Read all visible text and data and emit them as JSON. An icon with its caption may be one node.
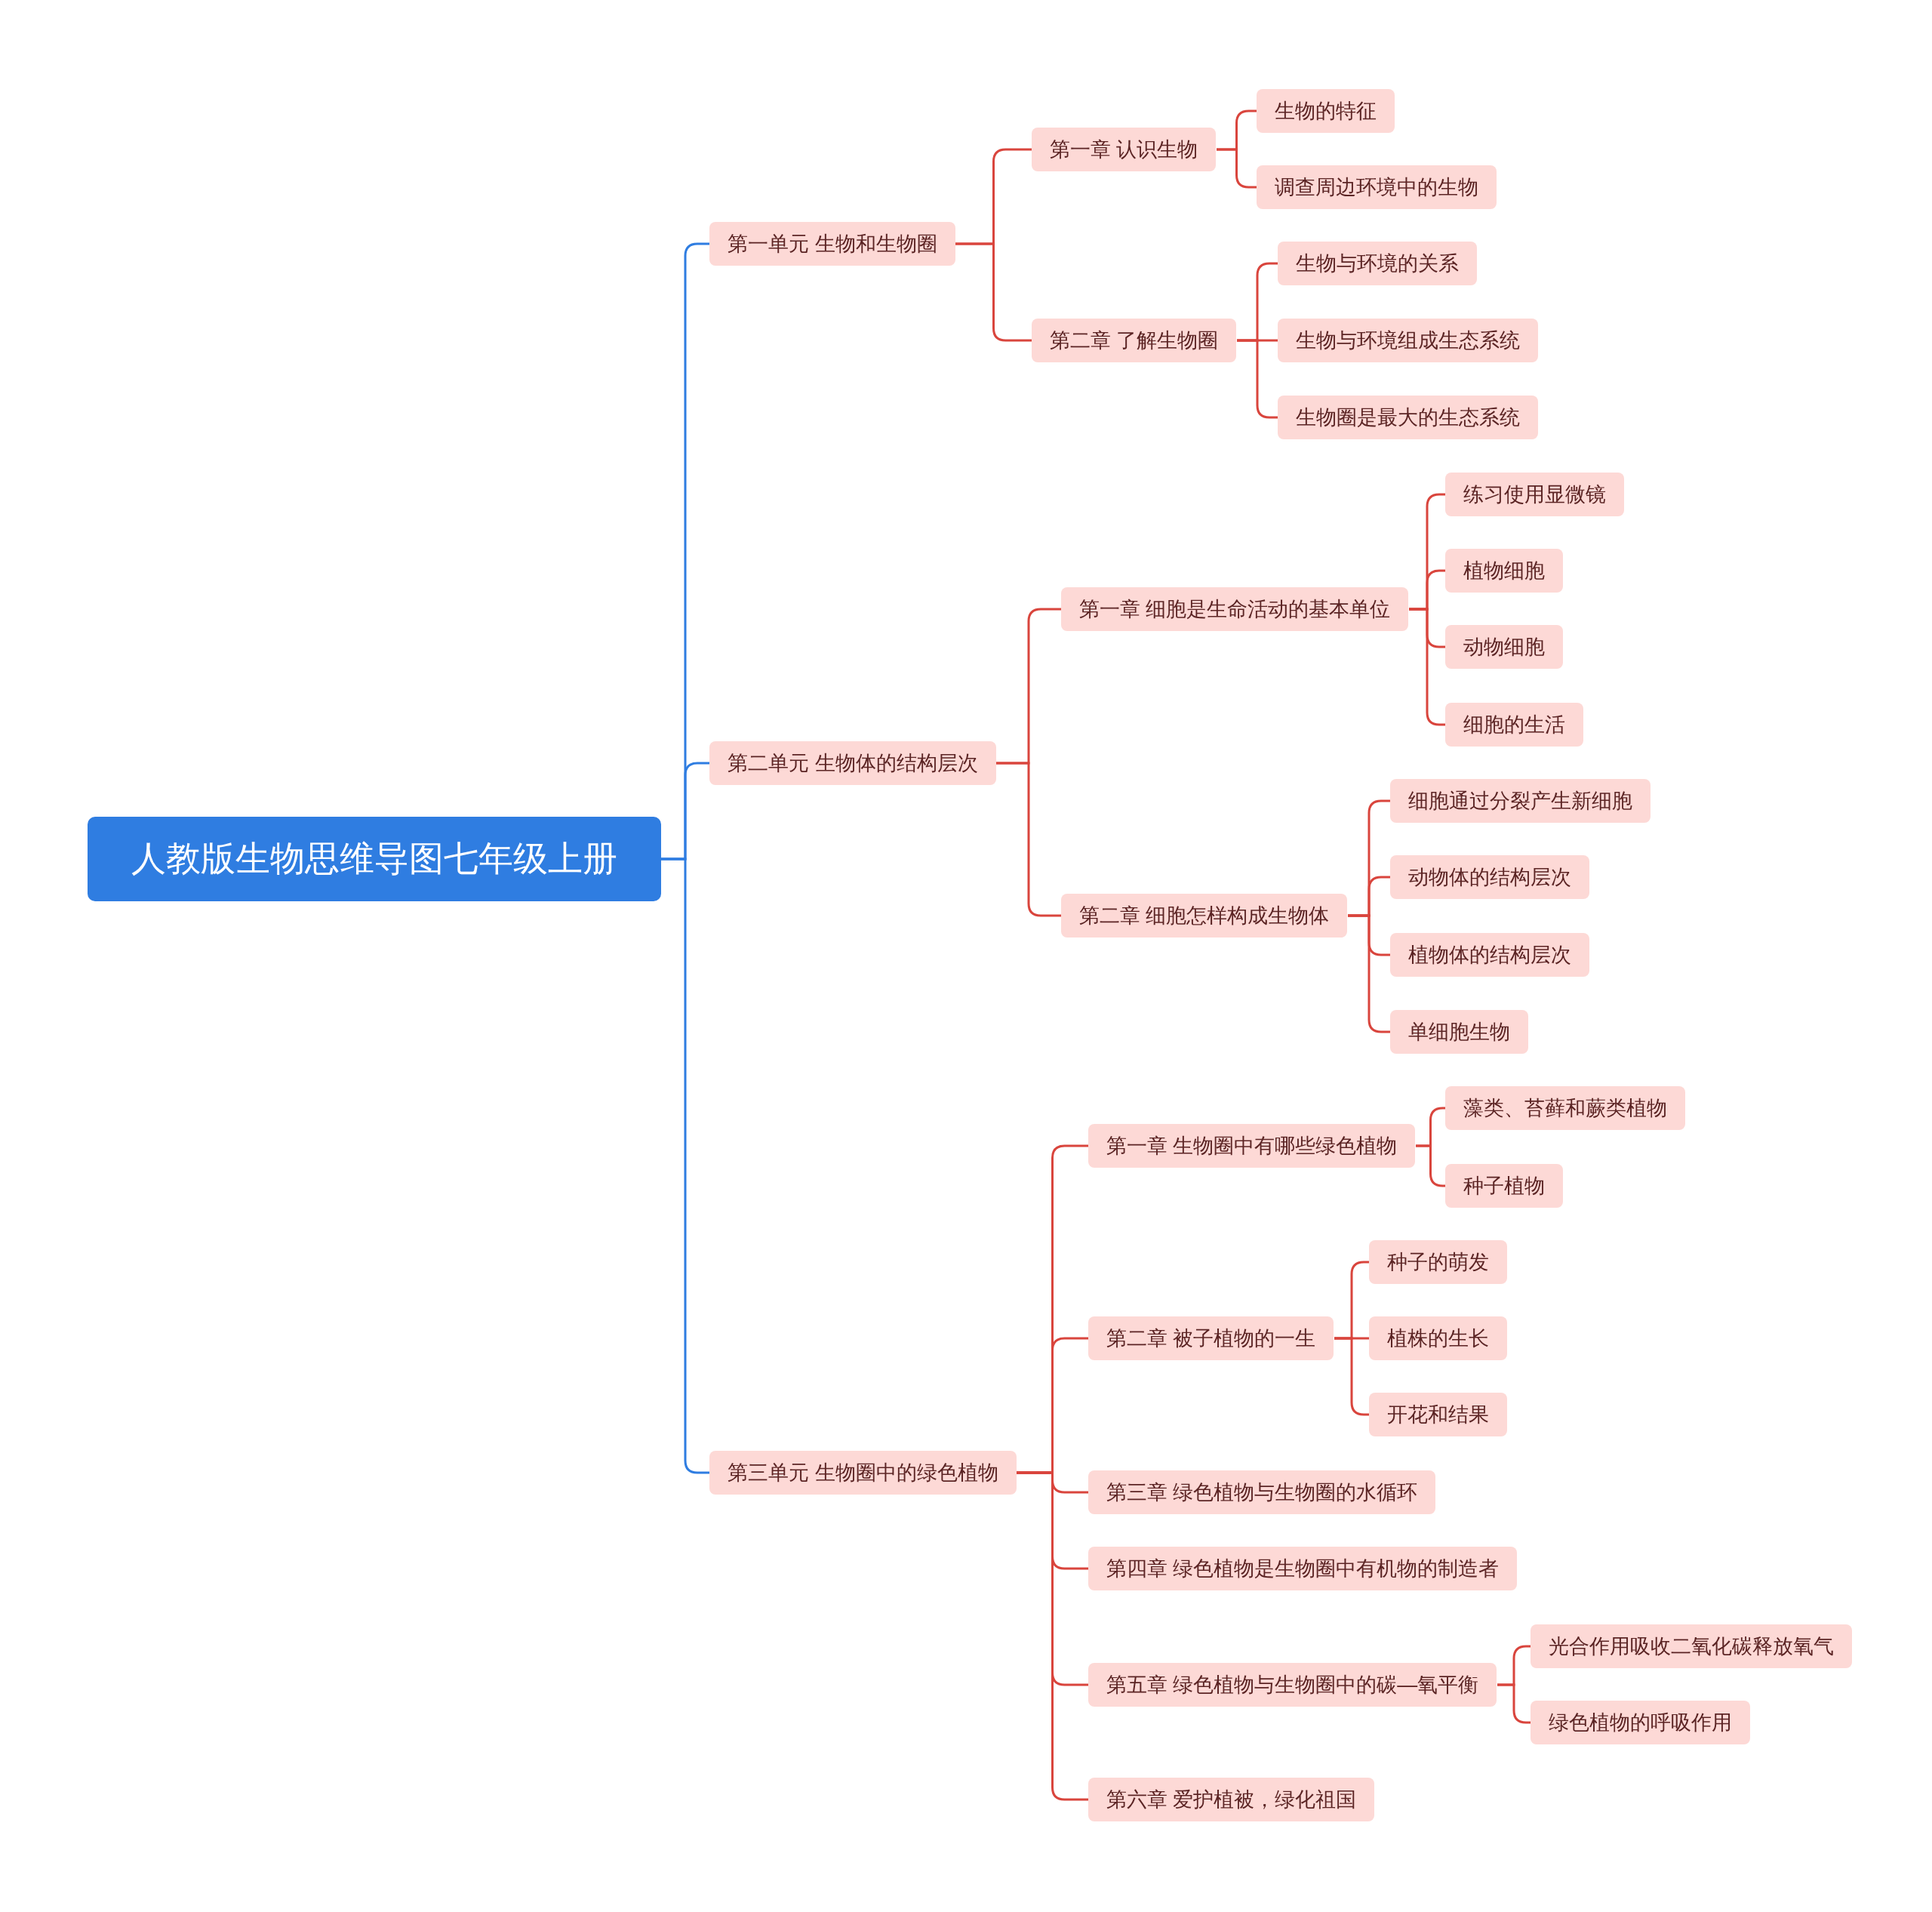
{
  "diagram": {
    "nodes": [
      {
        "text": [
          "人教版生物思维导图七年级上册"
        ]
      },
      {
        "text": [
          "第一单元 生物和生物圈"
        ]
      },
      {
        "text": [
          "第一章 认识生物"
        ]
      },
      {
        "text": [
          "生物的特征"
        ]
      },
      {
        "text": [
          "调查周边环境中的生物"
        ]
      },
      {
        "text": [
          "第二章 了解生物圈"
        ]
      },
      {
        "text": [
          "生物与环境的关系"
        ]
      },
      {
        "text": [
          "生物与环境组成生态系统"
        ]
      },
      {
        "text": [
          "生物圈是最大的生态系统"
        ]
      },
      {
        "text": [
          "第二单元 生物体的结构层次"
        ]
      },
      {
        "text": [
          "第一章 细胞是生命活动的基本单位"
        ]
      },
      {
        "text": [
          "练习使用显微镜"
        ]
      },
      {
        "text": [
          "植物细胞"
        ]
      },
      {
        "text": [
          "动物细胞"
        ]
      },
      {
        "text": [
          "细胞的生活"
        ]
      },
      {
        "text": [
          "第二章 细胞怎样构成生物体"
        ]
      },
      {
        "text": [
          "细胞通过分裂产生新细胞"
        ]
      },
      {
        "text": [
          "动物体的结构层次"
        ]
      },
      {
        "text": [
          "植物体的结构层次"
        ]
      },
      {
        "text": [
          "单细胞生物"
        ]
      },
      {
        "text": [
          "第三单元 生物圈中的绿色植物"
        ]
      },
      {
        "text": [
          "第一章 生物圈中有哪些绿色植物"
        ]
      },
      {
        "text": [
          "藻类、苔藓和蕨类植物"
        ]
      },
      {
        "text": [
          "种子植物"
        ]
      },
      {
        "text": [
          "第二章 被子植物的一生"
        ]
      },
      {
        "text": [
          "种子的萌发"
        ]
      },
      {
        "text": [
          "植株的生长"
        ]
      },
      {
        "text": [
          "开花和结果"
        ]
      },
      {
        "text": [
          "第三章 绿色植物与生物圈的水循环"
        ]
      },
      {
        "text": [
          "第四章 绿色植物是生物圈中有机物的制造者"
        ]
      },
      {
        "text": [
          "第五章 绿色植物与生物圈中的碳—氧平衡"
        ]
      },
      {
        "text": [
          "光合作用吸收二氧化碳释放氧气"
        ]
      },
      {
        "text": [
          "绿色植物的呼吸作用"
        ]
      },
      {
        "text": [
          "第六章 爱护植被，绿化祖国"
        ]
      }
    ],
    "edges": [
      {
        "from": 0,
        "to": 1,
        "arrow": "none",
        "color": "#2f7de1"
      },
      {
        "from": 0,
        "to": 9,
        "arrow": "none",
        "color": "#2f7de1"
      },
      {
        "from": 0,
        "to": 20,
        "arrow": "none",
        "color": "#2f7de1"
      },
      {
        "from": 1,
        "to": 2,
        "arrow": "none"
      },
      {
        "from": 1,
        "to": 5,
        "arrow": "none"
      },
      {
        "from": 2,
        "to": 3,
        "arrow": "none"
      },
      {
        "from": 2,
        "to": 4,
        "arrow": "none"
      },
      {
        "from": 5,
        "to": 6,
        "arrow": "none"
      },
      {
        "from": 5,
        "to": 7,
        "arrow": "none"
      },
      {
        "from": 5,
        "to": 8,
        "arrow": "none"
      },
      {
        "from": 9,
        "to": 10,
        "arrow": "none"
      },
      {
        "from": 9,
        "to": 15,
        "arrow": "none"
      },
      {
        "from": 10,
        "to": 11,
        "arrow": "none"
      },
      {
        "from": 10,
        "to": 12,
        "arrow": "none"
      },
      {
        "from": 10,
        "to": 13,
        "arrow": "none"
      },
      {
        "from": 10,
        "to": 14,
        "arrow": "none"
      },
      {
        "from": 15,
        "to": 16,
        "arrow": "none"
      },
      {
        "from": 15,
        "to": 17,
        "arrow": "none"
      },
      {
        "from": 15,
        "to": 18,
        "arrow": "none"
      },
      {
        "from": 15,
        "to": 19,
        "arrow": "none"
      },
      {
        "from": 20,
        "to": 21,
        "arrow": "none"
      },
      {
        "from": 20,
        "to": 24,
        "arrow": "none"
      },
      {
        "from": 20,
        "to": 28,
        "arrow": "none"
      },
      {
        "from": 20,
        "to": 29,
        "arrow": "none"
      },
      {
        "from": 20,
        "to": 30,
        "arrow": "none"
      },
      {
        "from": 20,
        "to": 33,
        "arrow": "none"
      },
      {
        "from": 21,
        "to": 22,
        "arrow": "none"
      },
      {
        "from": 21,
        "to": 23,
        "arrow": "none"
      },
      {
        "from": 24,
        "to": 25,
        "arrow": "none"
      },
      {
        "from": 24,
        "to": 26,
        "arrow": "none"
      },
      {
        "from": 24,
        "to": 27,
        "arrow": "none"
      },
      {
        "from": 30,
        "to": 31,
        "arrow": "none"
      },
      {
        "from": 30,
        "to": 32,
        "arrow": "none"
      }
    ]
  }
}
